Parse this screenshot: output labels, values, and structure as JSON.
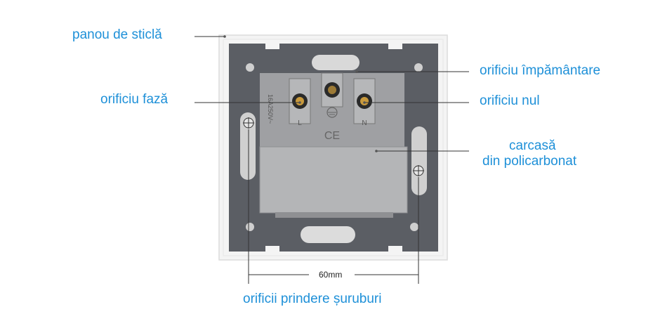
{
  "labels": {
    "glass_panel": "panou de sticlă",
    "phase_hole": "orificiu fază",
    "ground_hole": "orificiu împământare",
    "neutral_hole": "orificiu nul",
    "housing_line1": "carcasă",
    "housing_line2": "din policarbonat",
    "screw_holes": "orificii prindere șuruburi"
  },
  "dimension": "60mm",
  "device": {
    "rating": "16A250V~",
    "terminal_l": "L",
    "terminal_n": "N",
    "ce_mark": "CE"
  },
  "colors": {
    "label_blue": "#1e90d8",
    "frame_gray": "#5a5d63",
    "housing_gray": "#a8a9ab",
    "glass_white": "#f3f3f3"
  }
}
